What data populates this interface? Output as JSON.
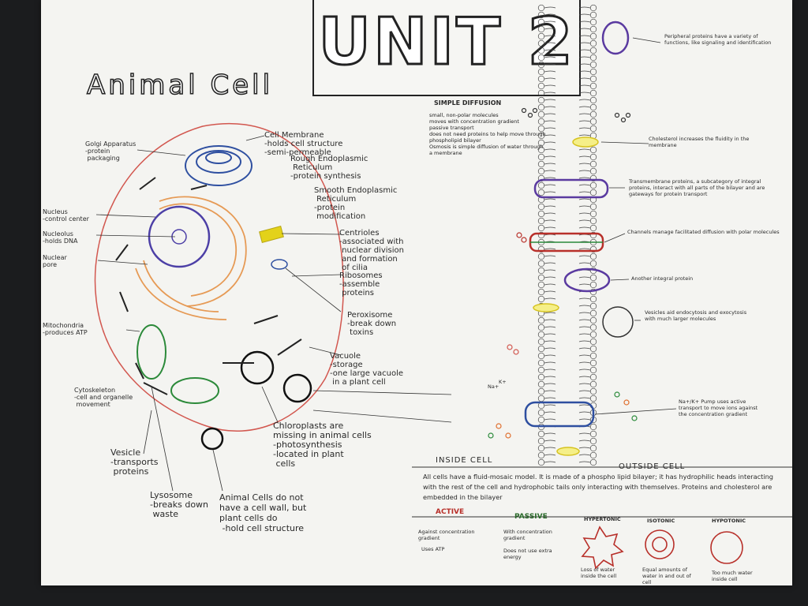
{
  "unit_title": "UNIT 2",
  "animal_cell": {
    "title": "Animal Cell",
    "labels": {
      "golgi": "Golgi Apparatus\n-protein\n packaging",
      "cell_membrane": "Cell Membrane\n-holds cell structure\n-semi-permeable",
      "rough_er": "Rough Endoplasmic\n Reticulum\n-protein synthesis",
      "smooth_er": "Smooth Endoplasmic\n Reticulum\n-protein\n modification",
      "nucleus": "Nucleus\n-control center",
      "nucleolus": "Nucleolus\n-holds DNA",
      "nuclear_pore": "Nuclear\npore",
      "centrioles": "Centrioles\n-associated with\n nuclear division\n and formation\n of cilia",
      "ribosomes": "Ribosomes\n-assemble\n proteins",
      "peroxisome": "Peroxisome\n-break down\n toxins",
      "mitochondria": "Mitochondria\n-produces ATP",
      "vacuole": "Vacuole\n-storage\n-one large vacuole\n in a plant cell",
      "cytoskeleton": "Cytoskeleton\n-cell and organelle\n movement",
      "chloroplasts": "Chloroplasts are\nmissing in animal cells\n-photosynthesis\n-located in plant\n cells",
      "vesicle": "Vesicle\n-transports\n proteins",
      "lysosome": "Lysosome\n-breaks down\n waste",
      "cell_wall": "Animal Cells do not\nhave a cell wall, but\nplant cells do\n -hold cell structure"
    }
  },
  "diffusion": {
    "title": "SIMPLE DIFFUSION",
    "items": [
      "small, non-polar molecules",
      "moves with concentration gradient",
      "passive transport",
      "does not need proteins to help move through phospholipid bilayer",
      "Osmosis is simple diffusion of water through a membrane"
    ]
  },
  "membrane_notes": [
    "Peripheral proteins have a variety of functions, like signaling and identification",
    "Cholesterol increases the fluidity in the membrane",
    "Transmembrane proteins, a subcategory of integral proteins, interact with all parts of the bilayer and are gateways for protein transport",
    "Channels manage facilitated diffusion with polar molecules",
    "Another integral protein",
    "Vesicles aid endocytosis and exocytosis with much larger molecules",
    "Na+/K+ Pump uses active transport to move ions against the concentration gradient"
  ],
  "ions": [
    "Na+",
    "K+"
  ],
  "inside_cell": "INSIDE CELL",
  "outside_cell": "OUTSIDE CELL",
  "fluid_mosaic": "All cells have a fluid-mosaic model. It is made of a phospho lipid bilayer; it has hydrophilic heads interacting with the rest of the cell and hydrophobic tails only interacting with themselves. Proteins and cholesterol are embedded in the bilayer",
  "transport_table": {
    "active": {
      "header": "ACTIVE",
      "items": [
        "Against concentration gradient",
        "Uses ATP"
      ]
    },
    "passive": {
      "header": "PASSIVE",
      "items": [
        "With concentration gradient",
        "Does not use extra energy"
      ]
    },
    "hypertonic": {
      "header": "HYPERTONIC",
      "caption": "Loss of water inside the cell"
    },
    "isotonic": {
      "header": "ISOTONIC",
      "caption": "Equal amounts of water in and out of cell"
    },
    "hypotonic": {
      "header": "HYPOTONIC",
      "caption": "Too much water inside cell"
    }
  },
  "colors": {
    "poster": "#f4f4f1",
    "membrane": "#d2574f",
    "golgi": "#2e4fa0",
    "nucleus": "#4c3fa6",
    "er": "#e69a55",
    "mito": "#2c8a3a",
    "vacuole": "#111111",
    "centriole": "#e3d21a",
    "active": "#b8302a",
    "passive": "#2a6a2a"
  }
}
